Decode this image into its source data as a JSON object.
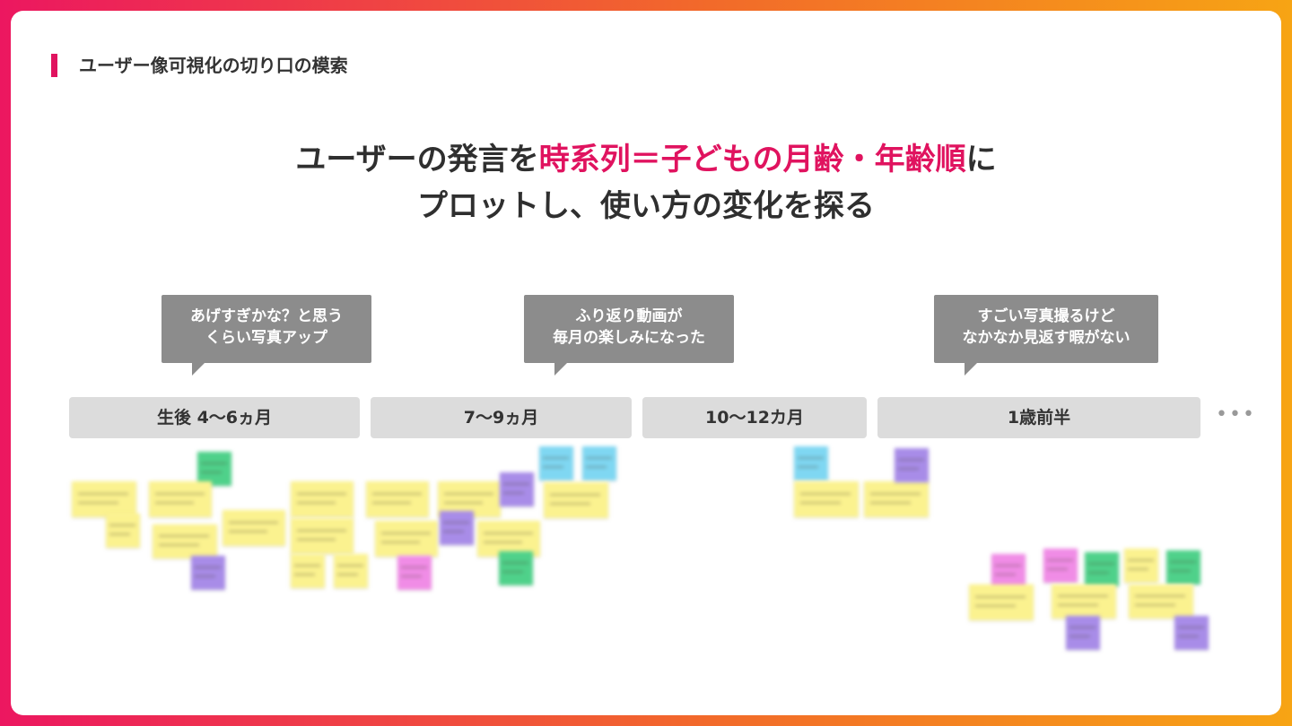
{
  "section_title": "ユーザー像可視化の切り口の模索",
  "headline": {
    "line1_pre": "ユーザーの発言を",
    "line1_accent": "時系列＝子どもの月齢・年齢順",
    "line1_post": "に",
    "line2": "プロットし、使い方の変化を探る"
  },
  "quotes": [
    {
      "line1": "あげすぎかな？と思う",
      "line2": "くらい写真アップ"
    },
    {
      "line1": "ふり返り動画が",
      "line2": "毎月の楽しみになった"
    },
    {
      "line1": "すごい写真撮るけど",
      "line2": "なかなか見返す暇がない"
    }
  ],
  "stages": [
    "生後 4〜6ヵ月",
    "7〜9ヵ月",
    "10〜12カ月",
    "1歳前半"
  ],
  "more_indicator": "•••",
  "colors": {
    "accent": "#e0135f",
    "gradient_start": "#ec1760",
    "gradient_end": "#f7a414",
    "sticky_yellow": "#fbf28f",
    "sticky_green": "#4fd18a",
    "sticky_purple": "#a88ce8",
    "sticky_blue": "#7fd7f2",
    "sticky_pink": "#f08ce6"
  }
}
